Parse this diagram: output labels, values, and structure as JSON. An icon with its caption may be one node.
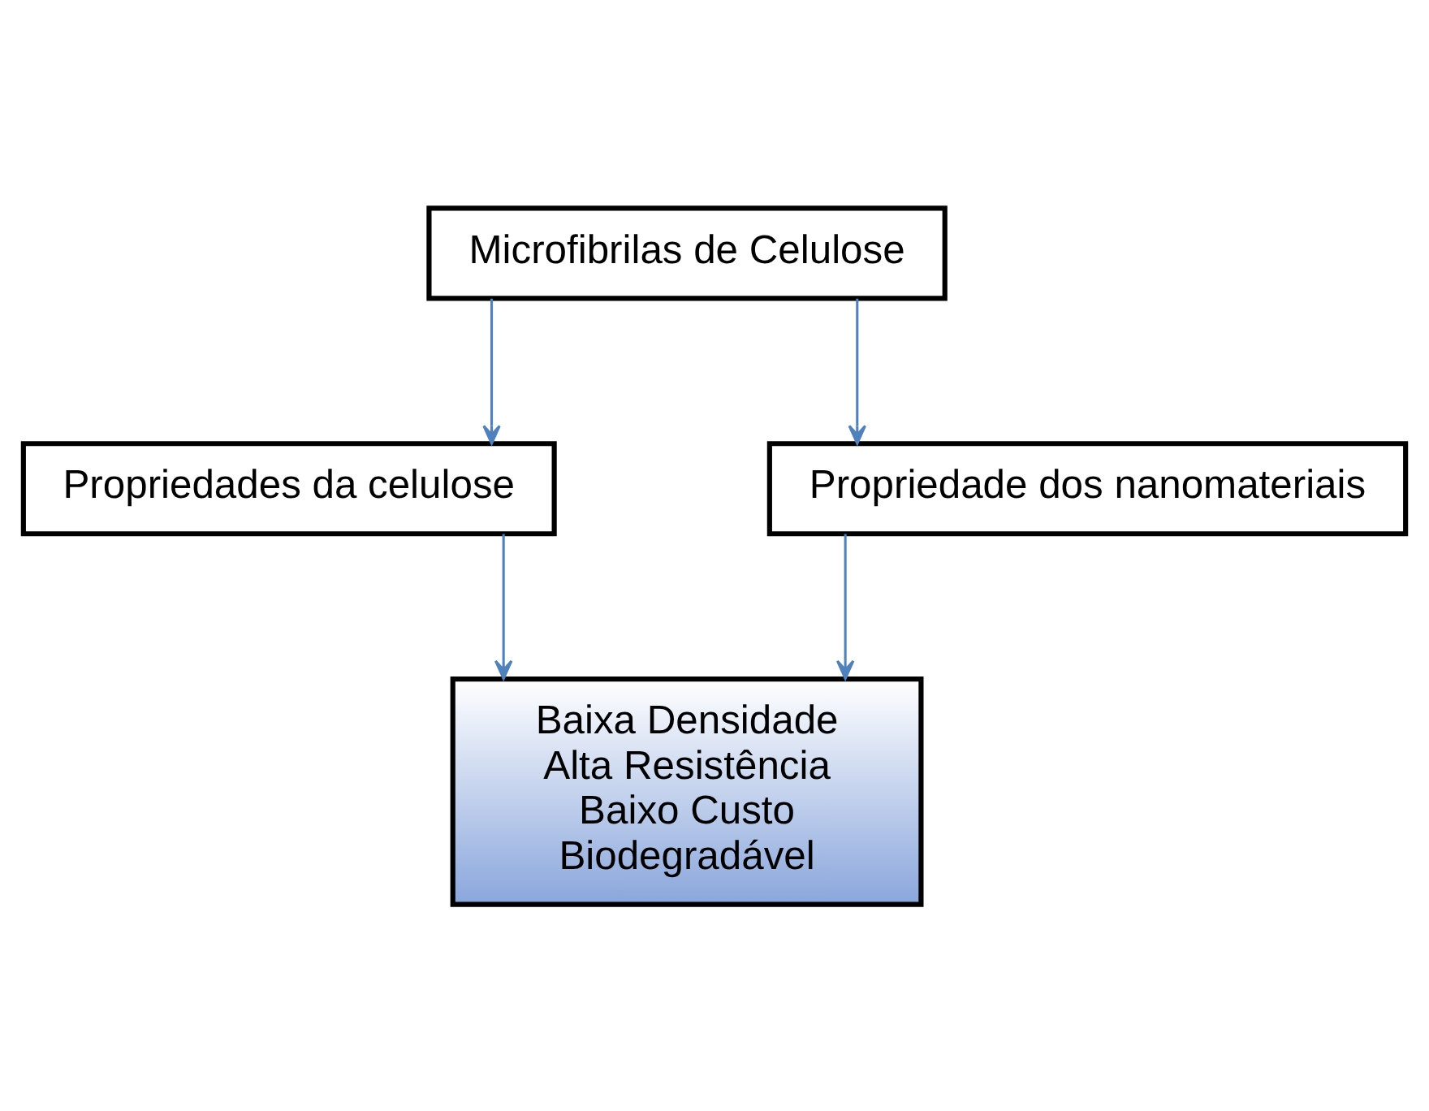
{
  "diagram": {
    "nodes": [
      {
        "text": [
          "Microfibrilas de Celulose"
        ]
      },
      {
        "text": [
          "Propriedades da celulose"
        ]
      },
      {
        "text": [
          "Propriedade dos nanomateriais"
        ]
      },
      {
        "text": [
          "Baixa Densidade",
          "Alta Resistência",
          "Baixo Custo",
          "Biodegradável"
        ]
      }
    ],
    "edges": [
      {
        "from": 0,
        "to": 1,
        "arrow": "to"
      },
      {
        "from": 0,
        "to": 2,
        "arrow": "to"
      },
      {
        "from": 1,
        "to": 3,
        "arrow": "to"
      },
      {
        "from": 2,
        "to": 3,
        "arrow": "to"
      }
    ]
  }
}
